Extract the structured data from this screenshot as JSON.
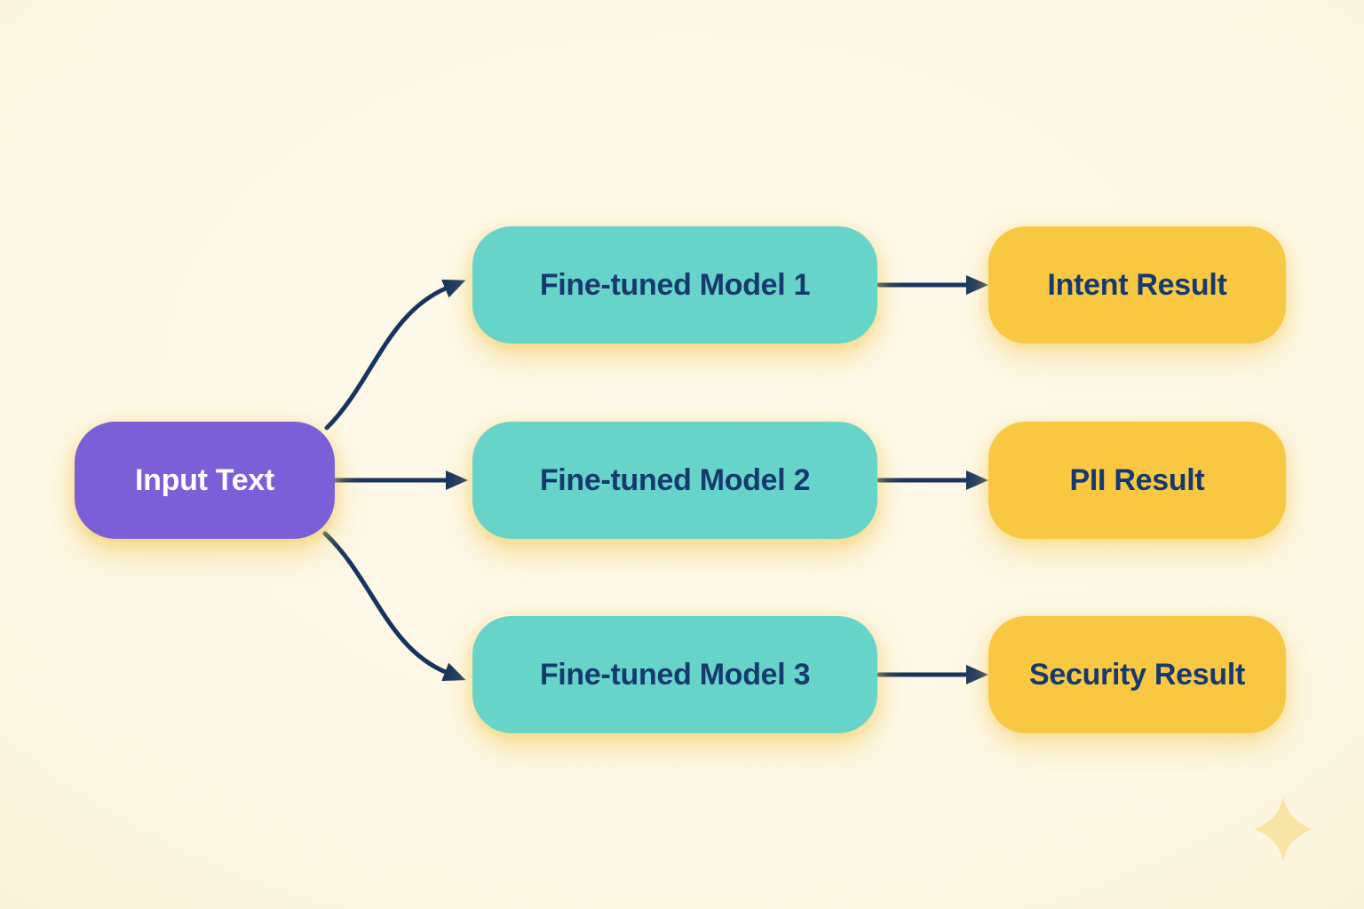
{
  "diagram": {
    "input": {
      "label": "Input Text"
    },
    "rows": [
      {
        "model_label": "Fine-tuned Model 1",
        "result_label": "Intent Result"
      },
      {
        "model_label": "Fine-tuned Model 2",
        "result_label": "PII Result"
      },
      {
        "model_label": "Fine-tuned Model 3",
        "result_label": "Security Result"
      }
    ],
    "edges": [
      {
        "from": "Input Text",
        "to": "Fine-tuned Model 1"
      },
      {
        "from": "Input Text",
        "to": "Fine-tuned Model 2"
      },
      {
        "from": "Input Text",
        "to": "Fine-tuned Model 3"
      },
      {
        "from": "Fine-tuned Model 1",
        "to": "Intent Result"
      },
      {
        "from": "Fine-tuned Model 2",
        "to": "PII Result"
      },
      {
        "from": "Fine-tuned Model 3",
        "to": "Security Result"
      }
    ]
  },
  "icons": {
    "sparkle": "four-point-sparkle-icon"
  },
  "colors": {
    "background": "#fdf9ea",
    "input_fill": "#7b5fd8",
    "input_text": "#fdfdfe",
    "model_fill": "#66d4c8",
    "result_fill": "#f9c843",
    "node_text": "#16396f",
    "arrow": "#16345f",
    "sparkle": "#f8e5a4"
  }
}
